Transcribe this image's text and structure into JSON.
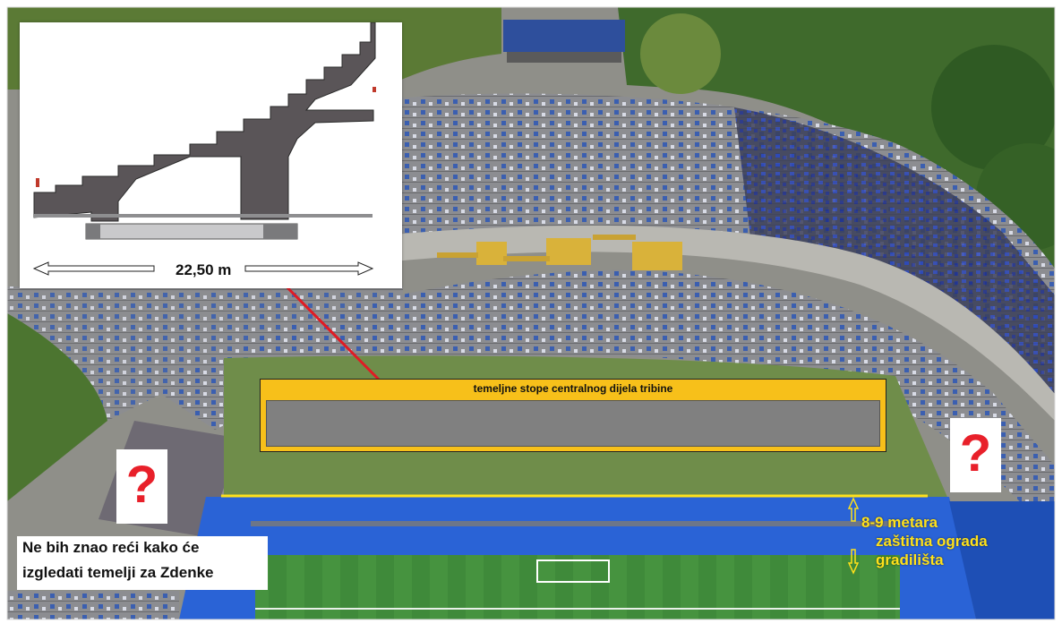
{
  "inset": {
    "dimension_label": "22,50 m"
  },
  "foundation_box": {
    "title": "temeljne stope centralnog dijela tribine"
  },
  "question_marks": {
    "left": "?",
    "right": "?"
  },
  "caption": {
    "line1": "Ne bih znao reći kako će",
    "line2": "izgledati temelji za Zdenke"
  },
  "distance_note": {
    "line1": "8-9 metara",
    "line2": "zaštitna ograda",
    "line3": "gradilišta"
  },
  "colors": {
    "pointer_line": "#e01b24",
    "foundation_fill": "#f7c01a",
    "foundation_inner": "#808080",
    "limit_line": "#ffe11a",
    "question_mark": "#e8202a",
    "track_blue": "#2a63d6",
    "pitch_green": "#3f8a3a",
    "stand_concrete": "#9a9a98"
  }
}
